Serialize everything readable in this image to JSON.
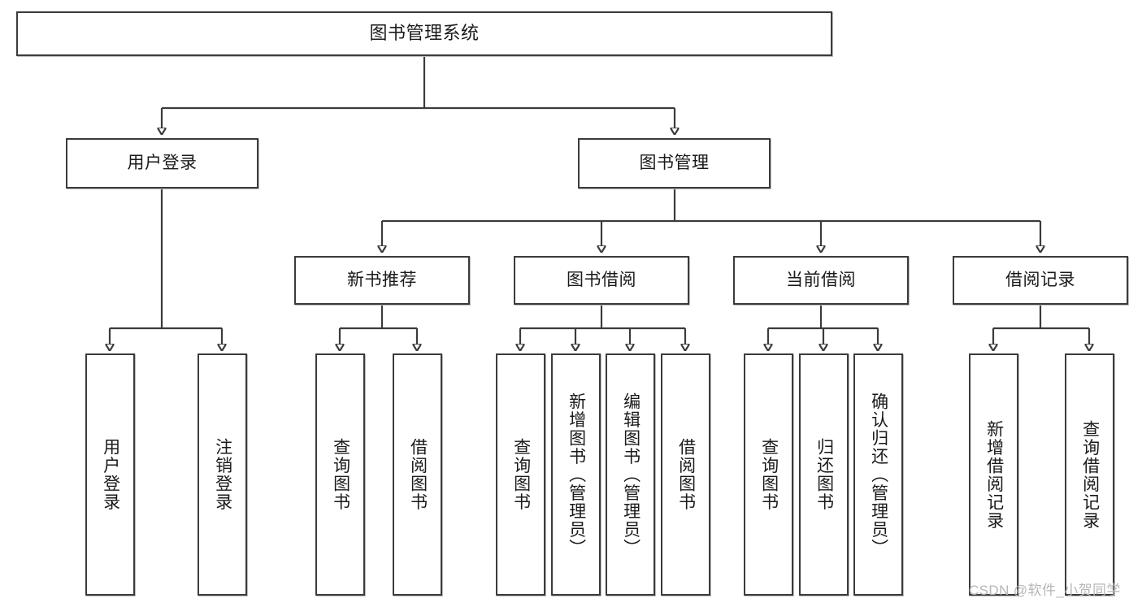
{
  "diagram": {
    "title": "图书管理系统",
    "type": "tree-hierarchy",
    "root": {
      "label": "图书管理系统"
    },
    "level2": [
      {
        "label": "用户登录"
      },
      {
        "label": "图书管理"
      }
    ],
    "level3": [
      {
        "label": "新书推荐"
      },
      {
        "label": "图书借阅"
      },
      {
        "label": "当前借阅"
      },
      {
        "label": "借阅记录"
      }
    ],
    "leaves": {
      "user_login": [
        {
          "label": "用户登录"
        },
        {
          "label": "注销登录"
        }
      ],
      "new_book_recommend": [
        {
          "label": "查询图书"
        },
        {
          "label": "借阅图书"
        }
      ],
      "book_borrow": [
        {
          "label": "查询图书"
        },
        {
          "label": "新增图书（管理员）"
        },
        {
          "label": "编辑图书（管理员）"
        },
        {
          "label": "借阅图书"
        }
      ],
      "current_borrow": [
        {
          "label": "查询图书"
        },
        {
          "label": "归还图书"
        },
        {
          "label": "确认归还（管理员）"
        }
      ],
      "borrow_record": [
        {
          "label": "新增借阅记录"
        },
        {
          "label": "查询借阅记录"
        }
      ]
    }
  },
  "watermark": {
    "text": "CSDN @软件_小贺同学"
  },
  "colors": {
    "box_border": "#3b3b3b",
    "background": "#ffffff",
    "text": "#1a1a1a",
    "watermark": "#b6b6b6"
  }
}
